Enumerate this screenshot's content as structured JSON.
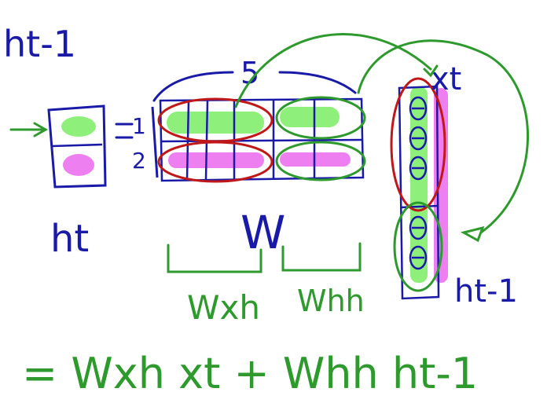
{
  "labels": {
    "h_prev_top": "ht-1",
    "xt": "xt",
    "dim_five": "5",
    "row_one": "1",
    "row_two": "2",
    "ht": "ht",
    "W": "W",
    "Wxh": "Wxh",
    "Whh": "Whh",
    "h_prev_right": "ht-1",
    "equation": "= Wxh xt + Whh ht-1"
  },
  "colors": {
    "ink_blue": "#1a1aa8",
    "ink_green": "#2e9a2e",
    "ink_red": "#c01818",
    "highlight_green": "#8ef07a",
    "highlight_pink": "#ee7ff0"
  },
  "icons": [
    "input-arrow-icon",
    "curved-arrow-icon"
  ]
}
